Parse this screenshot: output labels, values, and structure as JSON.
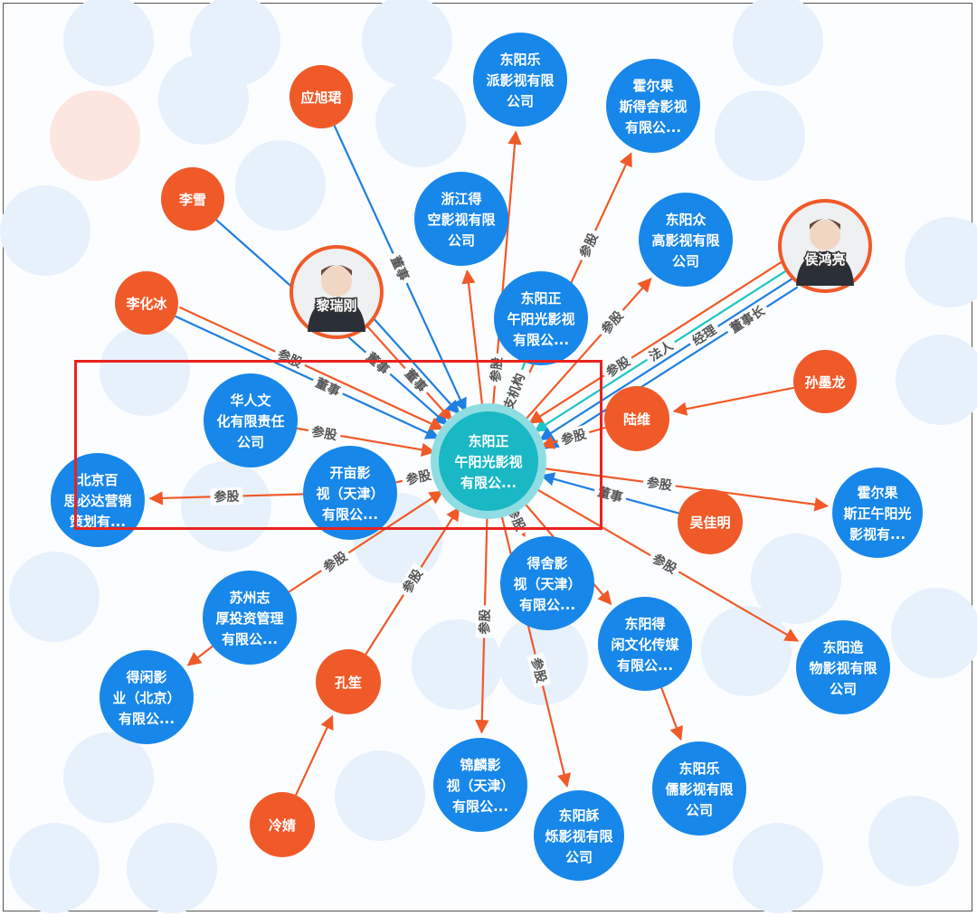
{
  "colors": {
    "company": "#1787ea",
    "person": "#f05a28",
    "center": "#1ab8c4",
    "halo": "#8fdde2",
    "invest": "#f05a28",
    "role": "#1f7fe0",
    "legal": "#1fc4c4",
    "highlight": "#e8231f",
    "ghost": "#e6f1fc"
  },
  "nodes": [
    {
      "id": "center",
      "type": "center",
      "lines": [
        "东阳正",
        "午阳光影视",
        "有限公..."
      ]
    },
    {
      "id": "lepai",
      "type": "company",
      "lines": [
        "东阳乐",
        "派影视有限",
        "公司"
      ]
    },
    {
      "id": "hegdeshe",
      "type": "company",
      "lines": [
        "霍尔果",
        "斯得舍影视",
        "有限公..."
      ]
    },
    {
      "id": "zjdk",
      "type": "company",
      "lines": [
        "浙江得",
        "空影视有限",
        "公司"
      ]
    },
    {
      "id": "zhonggao",
      "type": "company",
      "lines": [
        "东阳众",
        "高影视有限",
        "公司"
      ]
    },
    {
      "id": "branch",
      "type": "company",
      "lines": [
        "东阳正",
        "午阳光影视",
        "有限公..."
      ]
    },
    {
      "id": "huahong",
      "type": "photo",
      "lines": [
        "侯鸿亮"
      ]
    },
    {
      "id": "lirg",
      "type": "photo",
      "lines": [
        "黎瑞刚"
      ]
    },
    {
      "id": "yxj",
      "type": "person",
      "lines": [
        "应旭珺"
      ]
    },
    {
      "id": "lixue",
      "type": "person",
      "lines": [
        "李雪"
      ]
    },
    {
      "id": "lhb",
      "type": "person",
      "lines": [
        "李化冰"
      ]
    },
    {
      "id": "huaren",
      "type": "company",
      "lines": [
        "华人文",
        "化有限责任",
        "公司"
      ]
    },
    {
      "id": "kaimu",
      "type": "company",
      "lines": [
        "开亩影",
        "视（天津）",
        "有限公..."
      ]
    },
    {
      "id": "bjbs",
      "type": "company",
      "lines": [
        "北京百",
        "思必达营销",
        "策划有..."
      ]
    },
    {
      "id": "sml",
      "type": "person",
      "lines": [
        "孙墨龙"
      ]
    },
    {
      "id": "luwei",
      "type": "person",
      "lines": [
        "陆维"
      ]
    },
    {
      "id": "wjm",
      "type": "person",
      "lines": [
        "吴佳明"
      ]
    },
    {
      "id": "hegzw",
      "type": "company",
      "lines": [
        "霍尔果",
        "斯正午阳光",
        "影视有..."
      ]
    },
    {
      "id": "szzh",
      "type": "company",
      "lines": [
        "苏州志",
        "厚投资管理",
        "有限公..."
      ]
    },
    {
      "id": "dxyy",
      "type": "company",
      "lines": [
        "得闲影",
        "业（北京）",
        "有限公..."
      ]
    },
    {
      "id": "ks",
      "type": "person",
      "lines": [
        "孔笙"
      ]
    },
    {
      "id": "lj",
      "type": "person",
      "lines": [
        "冷婧"
      ]
    },
    {
      "id": "deshe",
      "type": "company",
      "lines": [
        "得舍影",
        "视（天津）",
        "有限公..."
      ]
    },
    {
      "id": "dydx",
      "type": "company",
      "lines": [
        "东阳得",
        "闲文化传媒",
        "有限公..."
      ]
    },
    {
      "id": "zaowu",
      "type": "company",
      "lines": [
        "东阳造",
        "物影视有限",
        "公司"
      ]
    },
    {
      "id": "jinlin",
      "type": "company",
      "lines": [
        "锦麟影",
        "视（天津）",
        "有限公..."
      ]
    },
    {
      "id": "sushuo",
      "type": "company",
      "lines": [
        "东阳訸",
        "烁影视有限",
        "公司"
      ]
    },
    {
      "id": "leru",
      "type": "company",
      "lines": [
        "东阳乐",
        "儒影视有限",
        "公司"
      ]
    }
  ],
  "edges": [
    {
      "from": "yxj",
      "to": "center",
      "label": "董事",
      "kind": "role"
    },
    {
      "from": "lixue",
      "to": "center",
      "label": "董事",
      "kind": "role"
    },
    {
      "from": "lhb",
      "to": "center",
      "label": "董事",
      "kind": "role"
    },
    {
      "from": "lhb",
      "to": "center",
      "label": "参股",
      "kind": "invest"
    },
    {
      "from": "lirg",
      "to": "center",
      "label": "董事",
      "kind": "invest"
    },
    {
      "from": "lirg",
      "to": "center",
      "label": "",
      "kind": "role"
    },
    {
      "from": "huaren",
      "to": "center",
      "label": "参股",
      "kind": "invest"
    },
    {
      "from": "kaimu",
      "to": "center",
      "label": "参股",
      "kind": "invest"
    },
    {
      "from": "kaimu",
      "to": "bjbs",
      "label": "参股",
      "kind": "invest"
    },
    {
      "from": "center",
      "to": "lepai",
      "label": "参股",
      "kind": "invest"
    },
    {
      "from": "center",
      "to": "zjdk",
      "label": "",
      "kind": "invest"
    },
    {
      "from": "center",
      "to": "hegdeshe",
      "label": "参股",
      "kind": "invest"
    },
    {
      "from": "center",
      "to": "zhonggao",
      "label": "参股",
      "kind": "invest"
    },
    {
      "from": "branch",
      "to": "center",
      "label": "分支机构",
      "kind": "legal"
    },
    {
      "from": "huahong",
      "to": "center",
      "label": "法人",
      "kind": "legal"
    },
    {
      "from": "huahong",
      "to": "center",
      "label": "经理",
      "kind": "role"
    },
    {
      "from": "huahong",
      "to": "center",
      "label": "参股",
      "kind": "invest"
    },
    {
      "from": "huahong",
      "to": "center",
      "label": "董事长",
      "kind": "role"
    },
    {
      "from": "luwei",
      "to": "center",
      "label": "参股",
      "kind": "invest"
    },
    {
      "from": "sml",
      "to": "luwei",
      "label": "",
      "kind": "invest"
    },
    {
      "from": "wjm",
      "to": "center",
      "label": "董事",
      "kind": "role"
    },
    {
      "from": "center",
      "to": "hegzw",
      "label": "参股",
      "kind": "invest"
    },
    {
      "from": "szzh",
      "to": "center",
      "label": "参股",
      "kind": "invest"
    },
    {
      "from": "szzh",
      "to": "dxyy",
      "label": "",
      "kind": "invest"
    },
    {
      "from": "ks",
      "to": "center",
      "label": "参股",
      "kind": "invest"
    },
    {
      "from": "lj",
      "to": "ks",
      "label": "",
      "kind": "invest"
    },
    {
      "from": "center",
      "to": "deshe",
      "label": "参股",
      "kind": "invest"
    },
    {
      "from": "center",
      "to": "jinlin",
      "label": "参股",
      "kind": "invest"
    },
    {
      "from": "center",
      "to": "sushuo",
      "label": "参股",
      "kind": "invest"
    },
    {
      "from": "center",
      "to": "dydx",
      "label": "参股",
      "kind": "invest"
    },
    {
      "from": "dydx",
      "to": "leru",
      "label": "",
      "kind": "invest"
    },
    {
      "from": "center",
      "to": "zaowu",
      "label": "参股",
      "kind": "invest"
    }
  ]
}
